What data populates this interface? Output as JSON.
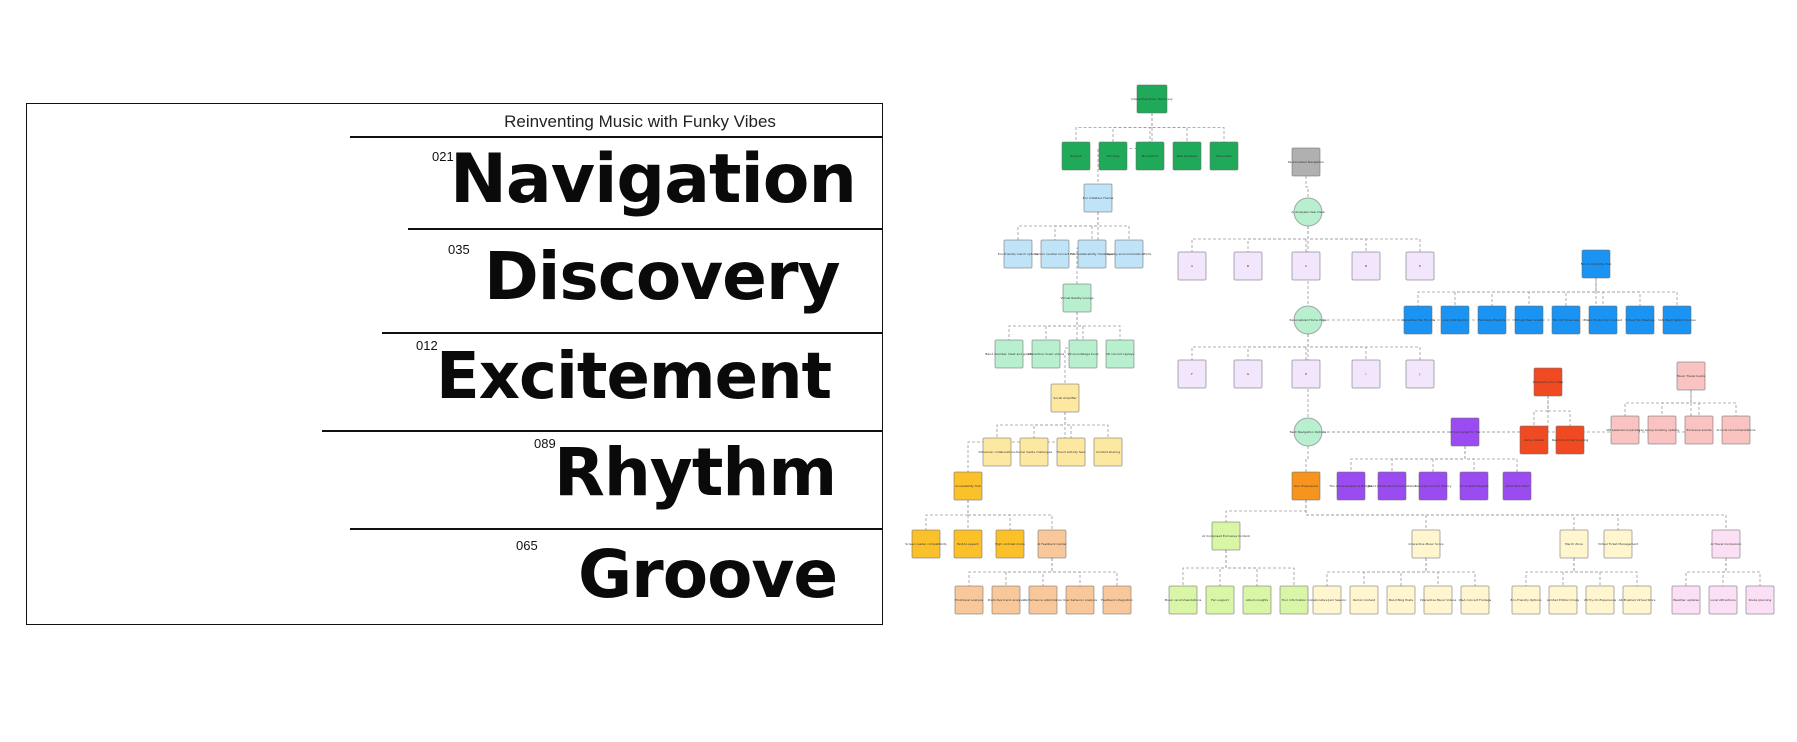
{
  "poster": {
    "subtitle": "Reinventing Music with Funky Vibes",
    "entries": [
      {
        "num": "021",
        "word": "Navigation"
      },
      {
        "num": "035",
        "word": "Discovery"
      },
      {
        "num": "012",
        "word": "Excitement"
      },
      {
        "num": "089",
        "word": "Rhythm"
      },
      {
        "num": "065",
        "word": "Groove"
      }
    ]
  },
  "colors": {
    "green": "#1faa5a",
    "lightblue": "#bfe3f7",
    "mint": "#b7efcf",
    "yellow": "#fde8a1",
    "orange": "#f7941d",
    "gold": "#fbc12b",
    "peach": "#f8c89a",
    "lime": "#d9f5a6",
    "cream": "#fff6cf",
    "lavender": "#f1e6fb",
    "blue": "#1a93f2",
    "red": "#f04a23",
    "pink": "#f8c3c0",
    "purple": "#9b4cf0",
    "gray": "#b0b0b0",
    "lilac": "#fbdff5"
  },
  "diagram": {
    "nodes": [
      {
        "id": "root",
        "color": "green",
        "label": "Interactive Music Discovery"
      },
      {
        "id": "g1",
        "color": "green",
        "label": "Explore"
      },
      {
        "id": "g2",
        "color": "green",
        "label": "Trending"
      },
      {
        "id": "g3",
        "color": "green",
        "label": "Mood Picks"
      },
      {
        "id": "g4",
        "color": "green",
        "label": "New Releases"
      },
      {
        "id": "g5",
        "color": "green",
        "label": "Favourites"
      },
      {
        "id": "gray",
        "color": "gray",
        "label": "Personalized Navigation"
      },
      {
        "id": "circ1",
        "color": "mint",
        "label": "AI Analyzes User Data"
      },
      {
        "id": "circ2",
        "color": "mint",
        "label": "Personalized Home Page"
      },
      {
        "id": "circ3",
        "color": "mint",
        "label": "Next Navigation Options"
      },
      {
        "id": "lb0",
        "color": "lightblue",
        "label": "Eco Initiative Theme"
      },
      {
        "id": "lb1",
        "color": "lightblue",
        "label": "Eco-friendly merch options"
      },
      {
        "id": "lb2",
        "color": "lightblue",
        "label": "Carbon neutral concert info"
      },
      {
        "id": "lb3",
        "color": "lightblue",
        "label": "Fan sustainability challenges"
      },
      {
        "id": "lb4",
        "color": "lightblue",
        "label": "Nearby environmental efforts"
      },
      {
        "id": "mt0",
        "color": "mint",
        "label": "Virtual Reality Lounge"
      },
      {
        "id": "mt1",
        "color": "mint",
        "label": "Band member meet and greets"
      },
      {
        "id": "mt2",
        "color": "mint",
        "label": "Interactive music videos"
      },
      {
        "id": "mt3",
        "color": "mint",
        "label": "VR soundstage tours"
      },
      {
        "id": "mt4",
        "color": "mint",
        "label": "VR concert replays"
      },
      {
        "id": "yl0",
        "color": "yellow",
        "label": "Social Amplifier"
      },
      {
        "id": "yl1",
        "color": "yellow",
        "label": "Influencer collaborations"
      },
      {
        "id": "yl2",
        "color": "yellow",
        "label": "Social media challenges"
      },
      {
        "id": "yl3",
        "color": "yellow",
        "label": "Friend activity feed"
      },
      {
        "id": "yl4",
        "color": "yellow",
        "label": "Content sharing"
      },
      {
        "id": "au0",
        "color": "gold",
        "label": "Accessibility Hub"
      },
      {
        "id": "au1",
        "color": "gold",
        "label": "Screen reader compatibility"
      },
      {
        "id": "au2",
        "color": "gold",
        "label": "Text-to-speech"
      },
      {
        "id": "au3",
        "color": "gold",
        "label": "High contrast mode"
      },
      {
        "id": "pc0",
        "color": "peach",
        "label": "AI Feedback Center"
      },
      {
        "id": "pc1",
        "color": "peach",
        "label": "Emotional analysis"
      },
      {
        "id": "pc2",
        "color": "peach",
        "label": "Predictive trend analysis"
      },
      {
        "id": "pc3",
        "color": "peach",
        "label": "Performance optimization"
      },
      {
        "id": "pc4",
        "color": "peach",
        "label": "User behavior analysis"
      },
      {
        "id": "pc5",
        "color": "peach",
        "label": "Feedback integration"
      },
      {
        "id": "lm0",
        "color": "lime",
        "label": "AI Composed Exclusive Content"
      },
      {
        "id": "lm1",
        "color": "lime",
        "label": "Music recommendations"
      },
      {
        "id": "lm2",
        "color": "lime",
        "label": "Fan support"
      },
      {
        "id": "lm3",
        "color": "lime",
        "label": "Album insights"
      },
      {
        "id": "lm4",
        "color": "lime",
        "label": "Tour information"
      },
      {
        "id": "or0",
        "color": "orange",
        "label": "Tour Experience"
      },
      {
        "id": "cr0",
        "color": "cream",
        "label": "Interactive Music Score"
      },
      {
        "id": "cr1",
        "color": "cream",
        "label": "Collaborative Jam Session"
      },
      {
        "id": "cr2",
        "color": "cream",
        "label": "Remix Contest"
      },
      {
        "id": "cr3",
        "color": "cream",
        "label": "Band Blog Posts"
      },
      {
        "id": "cr4",
        "color": "cream",
        "label": "Interactive Music Videos"
      },
      {
        "id": "cr5",
        "color": "cream",
        "label": "Q&A Concert Footage"
      },
      {
        "id": "cr6",
        "color": "cream",
        "label": "Merch Zone"
      },
      {
        "id": "cr7",
        "color": "cream",
        "label": "Virtual Ticket Management"
      },
      {
        "id": "cr8",
        "color": "cream",
        "label": "Eco-Friendly Options"
      },
      {
        "id": "cr9",
        "color": "cream",
        "label": "Limited Edition Drops"
      },
      {
        "id": "cr10",
        "color": "cream",
        "label": "VR Try-On Experience"
      },
      {
        "id": "cr11",
        "color": "cream",
        "label": "AR Enabled Virtual Store"
      },
      {
        "id": "lc0",
        "color": "lilac",
        "label": "AI Travel Companion"
      },
      {
        "id": "lc1",
        "color": "lilac",
        "label": "Weather updates"
      },
      {
        "id": "lc2",
        "color": "lilac",
        "label": "Local Attractions"
      },
      {
        "id": "lc3",
        "color": "lilac",
        "label": "Route planning"
      },
      {
        "id": "bl0",
        "color": "blue",
        "label": "Fan Community Hub"
      },
      {
        "id": "bl1",
        "color": "blue",
        "label": "Interactive Fan Forums"
      },
      {
        "id": "bl2",
        "color": "blue",
        "label": "Live Chat Rooms"
      },
      {
        "id": "bl3",
        "color": "blue",
        "label": "Fanmade Playlists"
      },
      {
        "id": "bl4",
        "color": "blue",
        "label": "Virtual Meet Greets"
      },
      {
        "id": "bl5",
        "color": "blue",
        "label": "Fan Art Showcase"
      },
      {
        "id": "bl6",
        "color": "blue",
        "label": "Music Production Contest"
      },
      {
        "id": "bl7",
        "color": "blue",
        "label": "Virtual Fan Meetups"
      },
      {
        "id": "bl8",
        "color": "blue",
        "label": "Vote Next Setlist Choices"
      },
      {
        "id": "rd0",
        "color": "red",
        "label": "Interactive Tour Map"
      },
      {
        "id": "rd1",
        "color": "red",
        "label": "Venue details"
      },
      {
        "id": "rd2",
        "color": "red",
        "label": "Real-time ticket booking"
      },
      {
        "id": "pk0",
        "color": "pink",
        "label": "Music Travel Guide"
      },
      {
        "id": "pk1",
        "color": "pink",
        "label": "VIP experience packages"
      },
      {
        "id": "pk2",
        "color": "pink",
        "label": "Group booking options"
      },
      {
        "id": "pk3",
        "color": "pink",
        "label": "Exclusive events"
      },
      {
        "id": "pk4",
        "color": "pink",
        "label": "AI local recommendations"
      },
      {
        "id": "pu0",
        "color": "purple",
        "label": "AI Concierge For You"
      },
      {
        "id": "pu1",
        "color": "purple",
        "label": "Fan Achievements & Badges"
      },
      {
        "id": "pu2",
        "color": "purple",
        "label": "Band Insider Recommendations"
      },
      {
        "id": "pu3",
        "color": "purple",
        "label": "Personal Concert History"
      },
      {
        "id": "pu4",
        "color": "purple",
        "label": "AI Curated Playlists"
      },
      {
        "id": "pu5",
        "color": "purple",
        "label": "Artist Q&A Feed"
      },
      {
        "id": "lv1",
        "color": "lavender",
        "label": "A"
      },
      {
        "id": "lv2",
        "color": "lavender",
        "label": "B"
      },
      {
        "id": "lv3",
        "color": "lavender",
        "label": "C"
      },
      {
        "id": "lv4",
        "color": "lavender",
        "label": "D"
      },
      {
        "id": "lv5",
        "color": "lavender",
        "label": "E"
      },
      {
        "id": "lv6",
        "color": "lavender",
        "label": "F"
      },
      {
        "id": "lv7",
        "color": "lavender",
        "label": "G"
      },
      {
        "id": "lv8",
        "color": "lavender",
        "label": "H"
      },
      {
        "id": "lv9",
        "color": "lavender",
        "label": "I"
      },
      {
        "id": "lv10",
        "color": "lavender",
        "label": "J"
      }
    ]
  }
}
